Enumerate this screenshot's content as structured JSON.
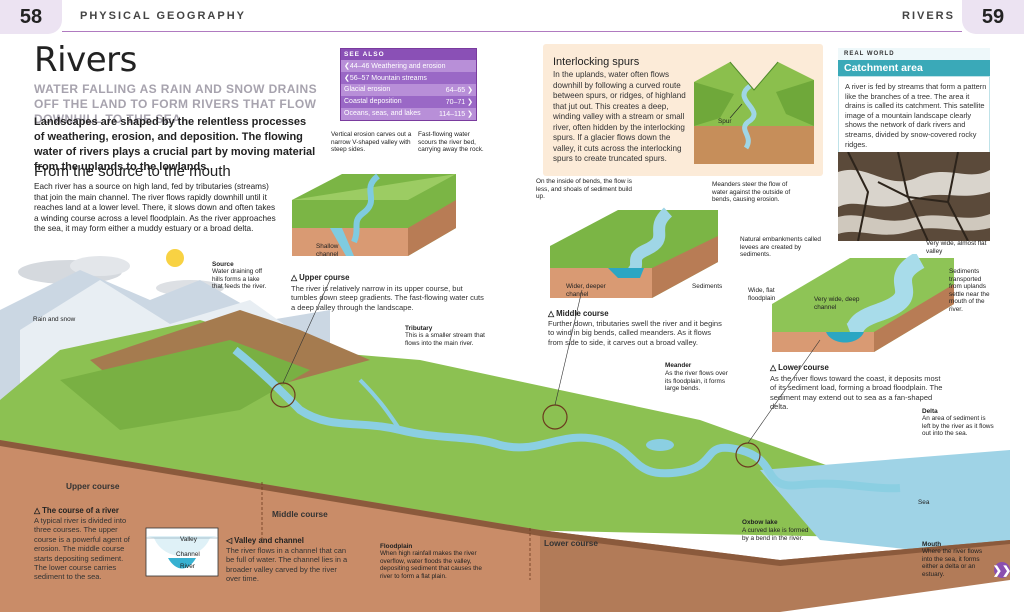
{
  "header": {
    "left_page_number": "58",
    "left_section": "PHYSICAL GEOGRAPHY",
    "right_section": "RIVERS",
    "right_page_number": "59"
  },
  "title": "Rivers",
  "subtitle": "WATER FALLING AS RAIN AND SNOW DRAINS OFF THE LAND TO FORM RIVERS THAT FLOW DOWNHILL TO THE SEA.",
  "intro": "Landscapes are shaped by the relentless processes of weathering, erosion, and deposition. The flowing water of rivers plays a crucial part by moving material from the uplands to the lowlands.",
  "source_section": {
    "heading": "From the source to the mouth",
    "body": "Each river has a source on high land, fed by tributaries (streams) that join the main channel. The river flows rapidly downhill until it reaches land at a lower level. There, it slows down and often takes a winding course across a level floodplain. As the river approaches the sea, it may form either a muddy estuary or a broad delta."
  },
  "see_also": {
    "heading": "SEE ALSO",
    "items": [
      {
        "label": "❮44–46 Weathering and erosion",
        "pages": ""
      },
      {
        "label": "❮56–57 Mountain streams",
        "pages": ""
      },
      {
        "label": "Glacial erosion",
        "pages": "64–65 ❯"
      },
      {
        "label": "Coastal deposition",
        "pages": "70–71 ❯"
      },
      {
        "label": "Oceans, seas, and lakes",
        "pages": "114–115 ❯"
      }
    ]
  },
  "spurs": {
    "heading": "Interlocking spurs",
    "body": "In the uplands, water often flows downhill by following a curved route between spurs, or ridges, of highland that jut out. This creates a deep, winding valley with a stream or small river, often hidden by the interlocking spurs. If a glacier flows down the valley, it cuts across the interlocking spurs to create truncated spurs.",
    "spur_label": "Spur"
  },
  "catchment": {
    "tag": "REAL WORLD",
    "heading": "Catchment area",
    "body": "A river is fed by streams that form a pattern like the branches of a tree. The area it drains is called its catchment. This satellite image of a mountain landscape clearly shows the network of dark rivers and streams, divided by snow-covered rocky ridges."
  },
  "labels": {
    "vertical_erosion": "Vertical erosion carves out a narrow V-shaped valley with steep sides.",
    "fast_flowing": "Fast-flowing water scours the river bed, carrying away the rock.",
    "shallow_channel": "Shallow channel",
    "inside_bends": "On the inside of bends, the flow is less, and shoals of sediment build up.",
    "meanders_steer": "Meanders steer the flow of water against the outside of bends, causing erosion.",
    "wider_deeper": "Wider, deeper channel",
    "sediments": "Sediments",
    "levees": "Natural embankments called levees are created by sediments.",
    "very_wide_flat": "Very wide, almost flat valley",
    "wide_floodplain": "Wide, flat floodplain",
    "very_wide_deep": "Very wide, deep channel",
    "sediments_transported": "Sediments transported from uplands settle near the mouth of the river.",
    "rain_snow": "Rain and snow",
    "source_h": "Source",
    "source_t": "Water draining off hills forms a lake that feeds the river.",
    "tributary_h": "Tributary",
    "tributary_t": "This is a smaller stream that flows into the main river.",
    "meander_h": "Meander",
    "meander_t": "As the river flows over its floodplain, it forms large bends.",
    "delta_h": "Delta",
    "delta_t": "An area of sediment is left by the river as it flows out into the sea.",
    "sea": "Sea",
    "oxbow_h": "Oxbow lake",
    "oxbow_t": "A curved lake is formed by a bend in the river.",
    "mouth_h": "Mouth",
    "mouth_t": "Where the river flows into the sea, it forms either a delta or an estuary.",
    "floodplain_h": "Floodplain",
    "floodplain_t": "When high rainfall makes the river overflow, water floods the valley, depositing sediment that causes the river to form a flat plain.",
    "valley": "Valley",
    "channel": "Channel",
    "river": "River"
  },
  "captions": {
    "upper_h": "△ Upper course",
    "upper_t": "The river is relatively narrow in its upper course, but tumbles down steep gradients. The fast-flowing water cuts a deep valley through the landscape.",
    "middle_h": "△ Middle course",
    "middle_t": "Further down, tributaries swell the river and it begins to wind in big bends, called meanders. As it flows from side to side, it carves out a broad valley.",
    "lower_h": "△ Lower course",
    "lower_t": "As the river flows toward the coast, it deposits most of its sediment load, forming a broad floodplain. The sediment may extend out to sea as a fan-shaped delta.",
    "course_h": "△ The course of a river",
    "course_t": "A typical river is divided into three courses. The upper course is a powerful agent of erosion. The middle course starts depositing sediment. The lower course carries sediment to the sea.",
    "valley_h": "◁ Valley and channel",
    "valley_t": "The river flows in a channel that can be full of water. The channel lies in a broader valley carved by the river over time."
  },
  "courses": {
    "upper": "Upper course",
    "middle": "Middle course",
    "lower": "Lower course"
  },
  "next_icon": "❯❯"
}
